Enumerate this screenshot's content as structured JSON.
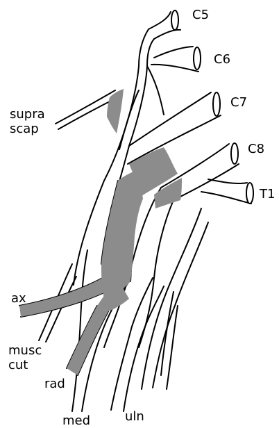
{
  "roots": {
    "c5": "C5",
    "c6": "C6",
    "c7": "C7",
    "c8": "C8",
    "t1": "T1"
  },
  "branches": {
    "supra_scap_line1": "supra",
    "supra_scap_line2": "scap",
    "ax": "ax",
    "musc_cut_line1": "musc",
    "musc_cut_line2": "cut",
    "rad": "rad",
    "med": "med",
    "uln": "uln"
  },
  "colors": {
    "outline": "#000000",
    "nerve_fill": "#ffffff",
    "posterior_cord": "#8c8c8c"
  },
  "shaded_structure": "posterior-cord"
}
